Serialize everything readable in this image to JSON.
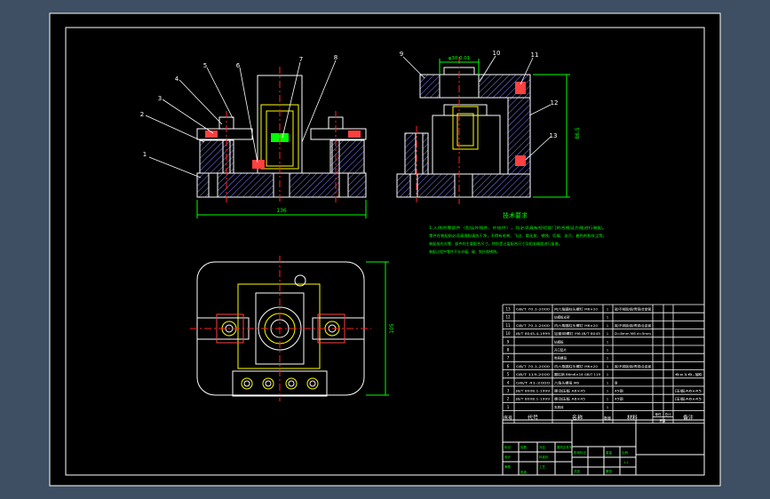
{
  "colors": {
    "background": "#3e4f63",
    "sheet": "#000000",
    "frame": "#ffffff",
    "part_lines": "#ffffff",
    "fixture": "#ffff00",
    "centerline": "#ff2020",
    "dimension": "#00ff00",
    "hatch": "#7f7fff",
    "leader": "#ffffff"
  },
  "front_view": {
    "balloons": [
      "1",
      "2",
      "3",
      "4",
      "5",
      "6",
      "7",
      "8"
    ],
    "width_dim": "136"
  },
  "side_view": {
    "balloons": [
      "9",
      "10",
      "11",
      "12",
      "13"
    ],
    "top_dim": "φ30 0.01",
    "height_dim": "86.5"
  },
  "plan_view": {
    "height_dim": "105"
  },
  "notes": {
    "title": "技术要求",
    "lines": [
      "1.入库的零部件（包括外购件、外协件），均必须具有检验部门的合格证方能进行装配。",
      "零件在装配前必须清理和清洗干净，不得有毛刺、飞边、氧化皮、锈蚀、切屑、油污、着色剂和灰尘等。",
      "装配前应对零、部件的主要配合尺寸，特别是过盈配合尺寸及相关精度进行复查。",
      "装配过程中零件不允许磕、碰、划伤和锈蚀。"
    ]
  },
  "bom": {
    "rows": [
      {
        "no": "13",
        "code": "GB/T 70.1-2000",
        "name": "内六角圆柱头螺钉 M6×20",
        "qty": "1",
        "material": "碳/不锈钢/钢/青铜/合金钢",
        "mass": "",
        "remark": ""
      },
      {
        "no": "12",
        "code": "",
        "name": "钻模板支架",
        "qty": "1",
        "material": "",
        "mass": "",
        "remark": ""
      },
      {
        "no": "11",
        "code": "GB/T 70.1-2000",
        "name": "内六角圆柱头螺钉 M6×20",
        "qty": "1",
        "material": "碳/不锈钢/钢/青铜/合金钢",
        "mass": "",
        "remark": ""
      },
      {
        "no": "10",
        "code": "JB/T 8045.4-1999",
        "name": "钻套用螺钉 M6 JB/T 8045",
        "qty": "1",
        "material": "D=8mm M6 d=5mm",
        "mass": "",
        "remark": ""
      },
      {
        "no": "9",
        "code": "",
        "name": "钻模板",
        "qty": "1",
        "material": "",
        "mass": "",
        "remark": ""
      },
      {
        "no": "8",
        "code": "",
        "name": "开口垫片",
        "qty": "1",
        "material": "",
        "mass": "",
        "remark": ""
      },
      {
        "no": "7",
        "code": "",
        "name": "带肩螺母",
        "qty": "1",
        "material": "",
        "mass": "",
        "remark": ""
      },
      {
        "no": "6",
        "code": "GB/T 70.1-2000",
        "name": "内六角圆柱头螺钉 M6×20",
        "qty": "1",
        "material": "碳/不锈钢/钢/青铜/合金钢",
        "mass": "",
        "remark": ""
      },
      {
        "no": "5",
        "code": "GB/T 119-2000",
        "name": "圆柱销 B6m6×16 GB/T 119",
        "qty": "1",
        "material": "",
        "mass": "",
        "remark": "6x16-钢"
      },
      {
        "no": "4",
        "code": "GB/T 41-2000",
        "name": "六角头螺母 M6",
        "qty": "1",
        "material": "钢",
        "mass": "",
        "remark": ""
      },
      {
        "no": "3",
        "code": "JB/T 8008.1-1999",
        "name": "移动压板 A6×45",
        "qty": "1",
        "material": "45钢",
        "mass": "",
        "remark": "压板A6x45"
      },
      {
        "no": "2",
        "code": "JB/T 8008.1-1999",
        "name": "移动压板 A6×45",
        "qty": "1",
        "material": "45钢",
        "mass": "",
        "remark": "压板A6x45"
      },
      {
        "no": "1",
        "code": "",
        "name": "夹具体",
        "qty": "1",
        "material": "",
        "mass": "",
        "remark": ""
      }
    ],
    "header": {
      "no": "序号",
      "code": "代号",
      "name": "名称",
      "qty": "数量",
      "material": "材料",
      "mass_single": "单件",
      "mass_total": "总计",
      "mass": "质量",
      "remark": "备注"
    }
  },
  "title_block": {
    "labels": [
      "标记",
      "处数",
      "分区",
      "更改文件号",
      "签名",
      "年月日",
      "设计",
      "标准化",
      "阶段标记",
      "重量",
      "比例",
      "审核",
      "工艺",
      "批准",
      "共张",
      "第张"
    ],
    "scale": "1:1"
  }
}
